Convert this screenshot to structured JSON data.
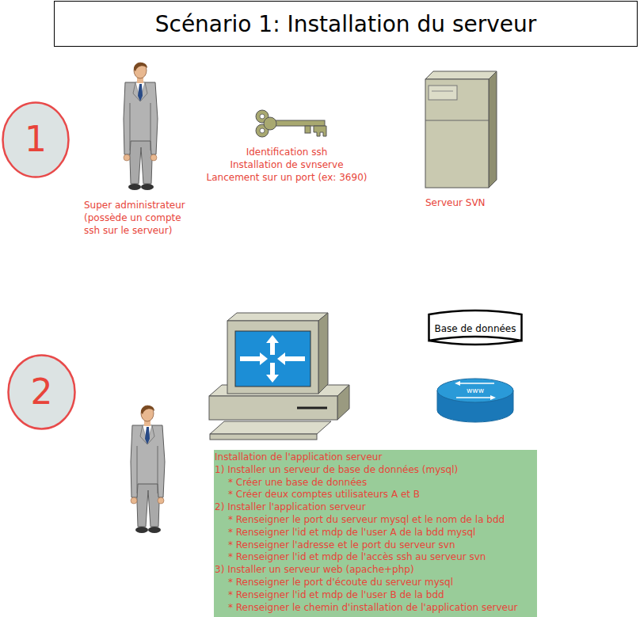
{
  "diagram": {
    "title": "Scénario 1: Installation du serveur",
    "nodes": [
      {
        "text": [
          "1"
        ]
      },
      {
        "text": [
          "Base de données"
        ]
      },
      {
        "text": [
          "2"
        ]
      },
      {
        "text": [
          "Installation de l'application serveur",
          "1) Installer un serveur de base de données (mysql)",
          "* Créer une base de données",
          "* Créer deux comptes utilisateurs A et B",
          "2) Installer l'application serveur",
          "* Renseigner le port du serveur mysql et le nom de la bdd",
          "* Renseigner l'id et mdp de l'user A de la bdd mysql",
          "* Renseigner l'adresse et le port du serveur svn",
          "* Renseigner l'id et mdp de l'accès ssh au serveur svn",
          "3) Installer un serveur web (apache+php)",
          "* Renseigner le port d'écoute du serveur mysql",
          "* Renseigner l'id et mdp de l'user B de la bdd",
          "* Renseigner le chemin d'installation de l'application serveur"
        ]
      }
    ],
    "labels": [
      "Identification ssh",
      "Installation de svnserve",
      "Lancement sur un port (ex: 3690)",
      "Super administrateur (possède un compte ssh sur le serveur)",
      "Serveur SVN",
      "www"
    ]
  }
}
